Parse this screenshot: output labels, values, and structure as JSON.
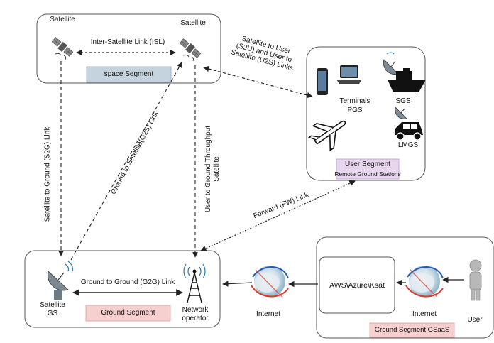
{
  "space": {
    "sat_left_label": "Satellite",
    "sat_right_label": "Satellite",
    "isl_label": "Inter-Satellite Link (ISL)",
    "segment_label": "space Segment"
  },
  "user": {
    "s2u_label": "Satellite to User (S2U) and User to Satellite (U2S) Links",
    "s2u_lines": [
      "Satellite to User",
      "(S2U) and User to",
      "Satellite (U2S) Links"
    ],
    "terminals_label": "Terminals",
    "pgs_label": "PGS",
    "sgs_label": "SGS",
    "lmgs_label": "LMGS",
    "segment_label": "User Segment",
    "segment_sub": "Remote Ground Stations"
  },
  "links": {
    "s2g_label": "Satellite to Ground (S2G) Link",
    "g2s_label": "Ground to Satellite(G2S) Link",
    "throughput_lines": [
      "User to Ground Throughput",
      "Satellite"
    ],
    "fw_label": "Forward (FW) Link",
    "g2g_label": "Ground to Ground (G2G) Link"
  },
  "ground": {
    "gs_lines": [
      "Satellite",
      "GS"
    ],
    "segment_label": "Ground Segment",
    "operator_lines": [
      "Network",
      "operator"
    ],
    "internet_label": "Internet"
  },
  "gsaas": {
    "cloud_label": "AWS\\Azure\\Ksat",
    "internet_label": "Internet",
    "user_label": "User",
    "segment_label": "Ground Segment GSaaS"
  },
  "colors": {
    "space_pill": "#c5d3df",
    "user_pill": "#e6d6ee",
    "ground_pill": "#f6cfcf",
    "gsaas_pill": "#f6cfcf",
    "green_text": "#1f3d0f",
    "box_stroke": "#555555",
    "user_icon": "#b8b8b8"
  },
  "icons": [
    "satellite-icon",
    "phone-icon",
    "laptop-icon",
    "airplane-icon",
    "ship-icon",
    "vehicle-icon",
    "dish-icon",
    "tower-icon",
    "globe-icon",
    "user-person-icon"
  ]
}
